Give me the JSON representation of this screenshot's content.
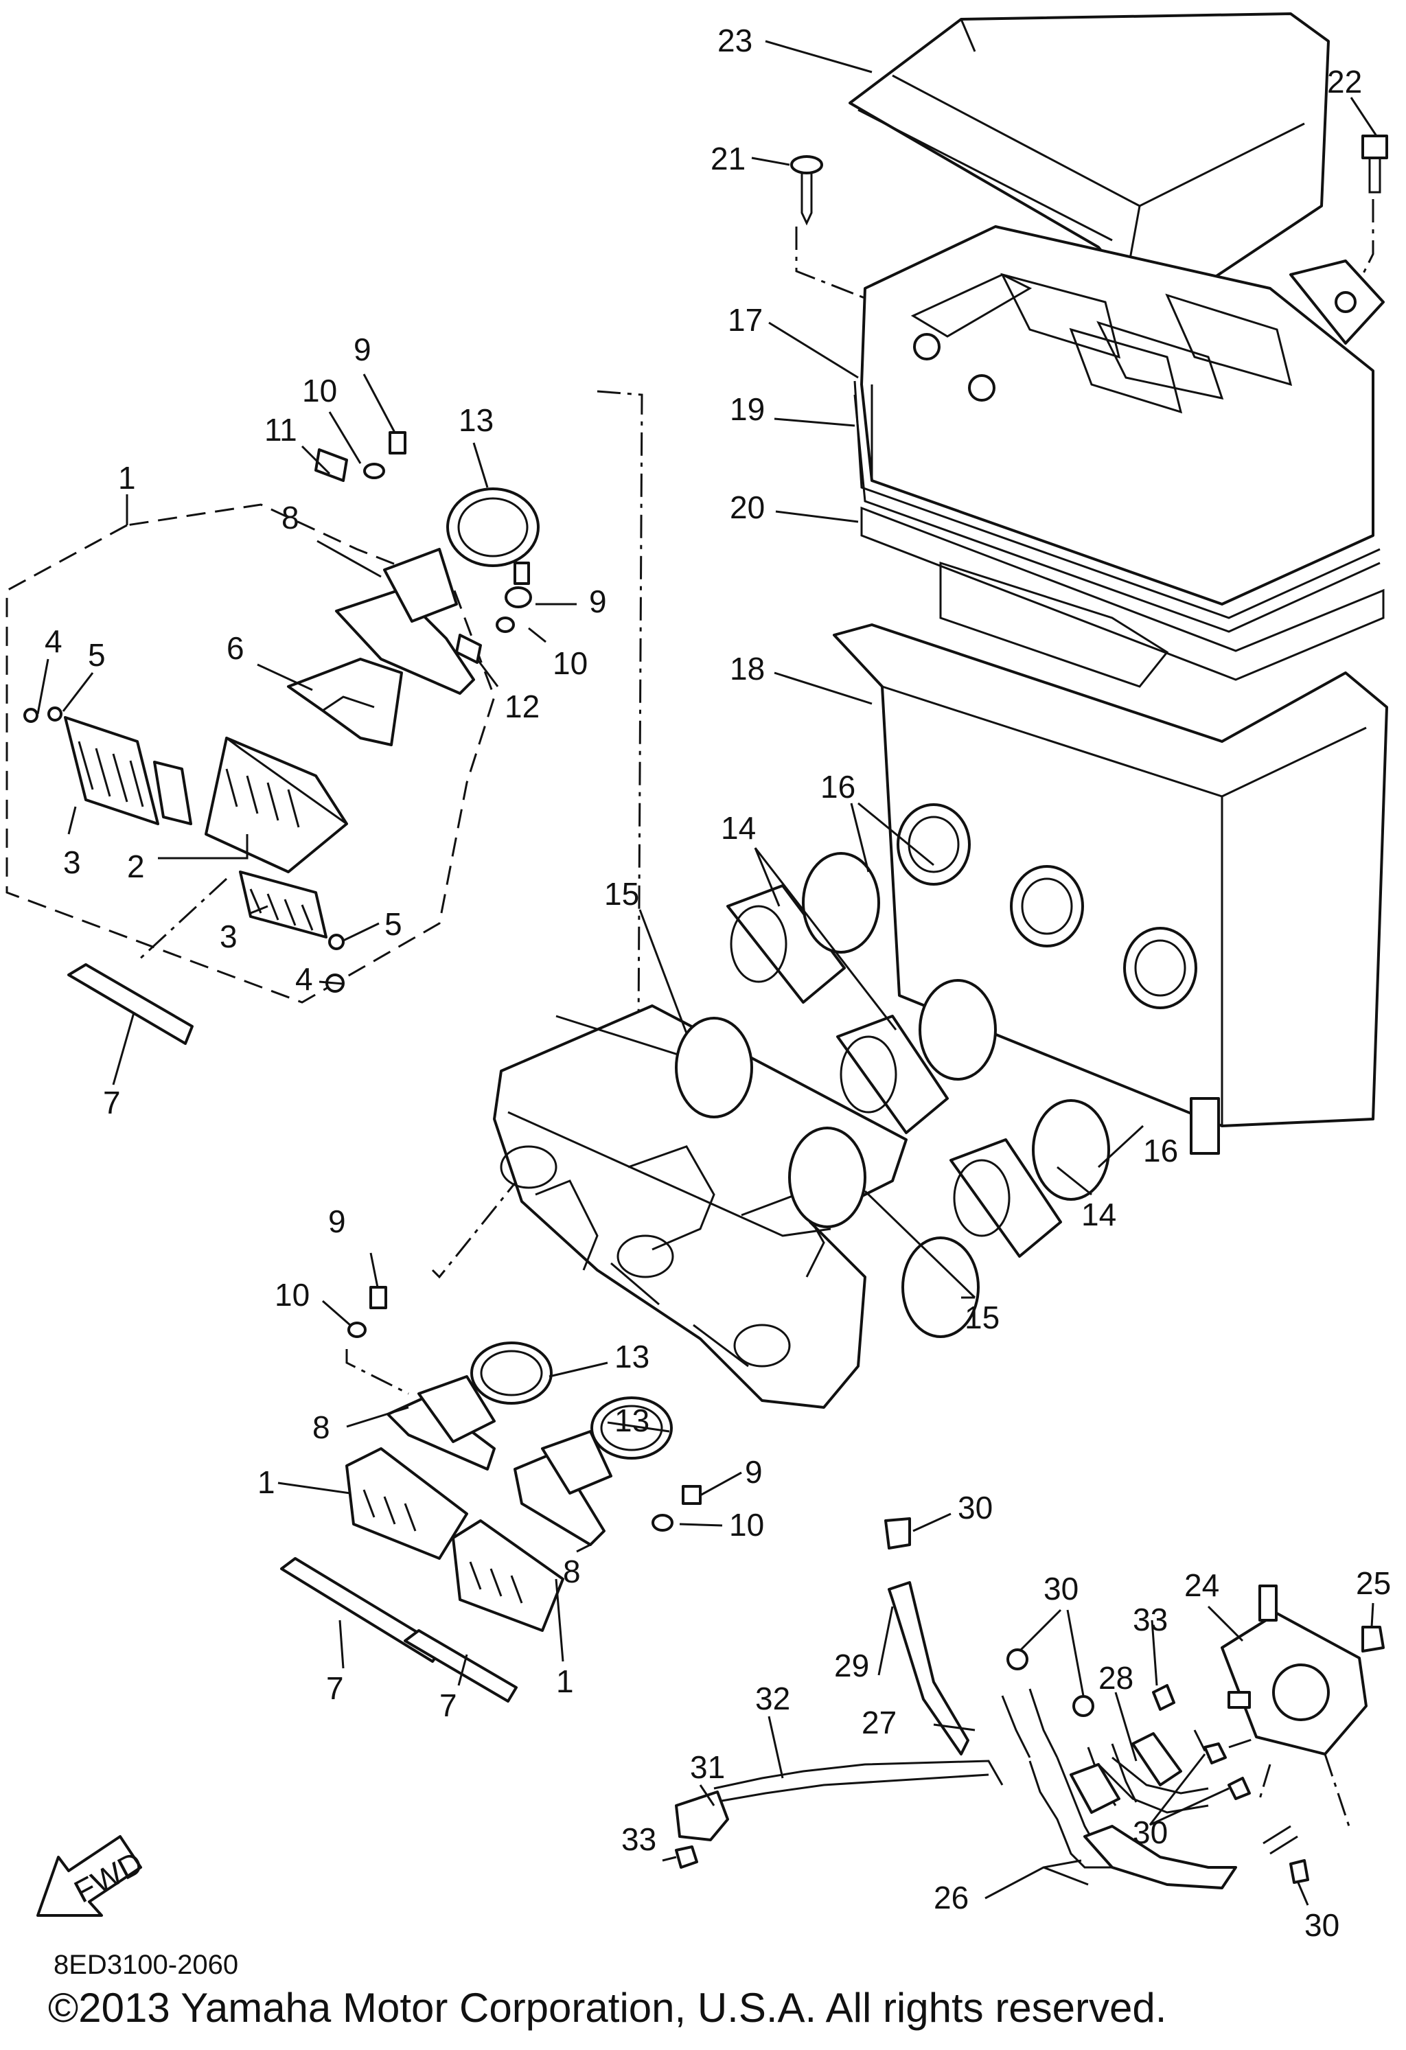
{
  "diagram": {
    "callouts": [
      {
        "id": "c-23",
        "text": "23"
      },
      {
        "id": "c-22",
        "text": "22"
      },
      {
        "id": "c-21",
        "text": "21"
      },
      {
        "id": "c-17",
        "text": "17"
      },
      {
        "id": "c-19",
        "text": "19"
      },
      {
        "id": "c-20",
        "text": "20"
      },
      {
        "id": "c-18",
        "text": "18"
      },
      {
        "id": "c-9a",
        "text": "9"
      },
      {
        "id": "c-10a",
        "text": "10"
      },
      {
        "id": "c-11",
        "text": "11"
      },
      {
        "id": "c-13a",
        "text": "13"
      },
      {
        "id": "c-8a",
        "text": "8"
      },
      {
        "id": "c-9b",
        "text": "9"
      },
      {
        "id": "c-10b",
        "text": "10"
      },
      {
        "id": "c-12",
        "text": "12"
      },
      {
        "id": "c-1a",
        "text": "1"
      },
      {
        "id": "c-4a",
        "text": "4"
      },
      {
        "id": "c-5a",
        "text": "5"
      },
      {
        "id": "c-6",
        "text": "6"
      },
      {
        "id": "c-3a",
        "text": "3"
      },
      {
        "id": "c-2",
        "text": "2"
      },
      {
        "id": "c-3b",
        "text": "3"
      },
      {
        "id": "c-5b",
        "text": "5"
      },
      {
        "id": "c-4b",
        "text": "4"
      },
      {
        "id": "c-7a",
        "text": "7"
      },
      {
        "id": "c-16a",
        "text": "16"
      },
      {
        "id": "c-14a",
        "text": "14"
      },
      {
        "id": "c-15a",
        "text": "15"
      },
      {
        "id": "c-16b",
        "text": "16"
      },
      {
        "id": "c-14b",
        "text": "14"
      },
      {
        "id": "c-15b",
        "text": "15"
      },
      {
        "id": "c-9c",
        "text": "9"
      },
      {
        "id": "c-10c",
        "text": "10"
      },
      {
        "id": "c-13b",
        "text": "13"
      },
      {
        "id": "c-13c",
        "text": "13"
      },
      {
        "id": "c-8b",
        "text": "8"
      },
      {
        "id": "c-1b",
        "text": "1"
      },
      {
        "id": "c-9d",
        "text": "9"
      },
      {
        "id": "c-10d",
        "text": "10"
      },
      {
        "id": "c-8c",
        "text": "8"
      },
      {
        "id": "c-7b",
        "text": "7"
      },
      {
        "id": "c-1c",
        "text": "1"
      },
      {
        "id": "c-7c",
        "text": "7"
      },
      {
        "id": "c-30a",
        "text": "30"
      },
      {
        "id": "c-30b",
        "text": "30"
      },
      {
        "id": "c-24",
        "text": "24"
      },
      {
        "id": "c-25",
        "text": "25"
      },
      {
        "id": "c-33a",
        "text": "33"
      },
      {
        "id": "c-29",
        "text": "29"
      },
      {
        "id": "c-28",
        "text": "28"
      },
      {
        "id": "c-27",
        "text": "27"
      },
      {
        "id": "c-32",
        "text": "32"
      },
      {
        "id": "c-31",
        "text": "31"
      },
      {
        "id": "c-30c",
        "text": "30"
      },
      {
        "id": "c-33b",
        "text": "33"
      },
      {
        "id": "c-26",
        "text": "26"
      },
      {
        "id": "c-30d",
        "text": "30"
      }
    ],
    "fwd_label": "FWD",
    "diagram_code": "8ED3100-2060",
    "copyright": "©2013 Yamaha Motor Corporation, U.S.A. All rights reserved."
  }
}
